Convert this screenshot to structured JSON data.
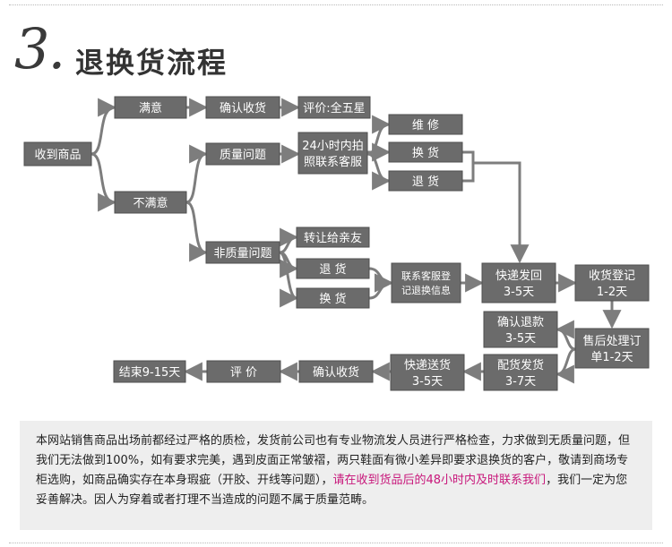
{
  "header": {
    "section_number": "3.",
    "section_title": "退换货流程"
  },
  "nodes": {
    "received": "收到商品",
    "satisfied": "满意",
    "confirm_receipt_top": "确认收货",
    "review_five_star": "评价:全五星",
    "dissatisfied": "不满意",
    "quality_issue": "质量问题",
    "photo_contact": [
      "24小时内拍",
      "照联系客服"
    ],
    "repair": "维  修",
    "exchange_q": "换  货",
    "return_q": "退  货",
    "non_quality": "非质量问题",
    "transfer_friend": "转让给亲友",
    "return_nq": "退  货",
    "exchange_nq": "换  货",
    "contact_register": [
      "联系客服登",
      "记退换信息"
    ],
    "express_return": [
      "快递发回",
      "3-5天"
    ],
    "receive_register": [
      "收货登记",
      "1-2天"
    ],
    "confirm_refund": [
      "确认退款",
      "3-5天"
    ],
    "aftersale_order": [
      "售后处理订",
      "单1-2天"
    ],
    "ship_goods": [
      "配货发货",
      "3-7天"
    ],
    "express_delivery": [
      "快递送货",
      "3-5天"
    ],
    "confirm_receipt_bottom": "确认收货",
    "review": "评  价",
    "end": "结束9-15天"
  },
  "notice": {
    "normal": "本网站销售商品出场前都经过严格的质检，发货前公司也有专业物流发人员进行严格检查，力求做到无质量问题，但我们无法做到100%，如有要求完美，遇到皮面正常皱褶，两只鞋面有微小差异即要求退换货的客户，敬请到商场专柜选购，如商品确实存在本身瑕疵（开胶、开线等问题），",
    "highlight": "请在收到货品后的48小时内及时联系我们",
    "tail": "，我们一定为您妥善解决。因人为穿着或者打理不当造成的问题不属于质量范畴。"
  },
  "colors": {
    "box_fill": "#6b6b6b",
    "box_text": "#ffffff",
    "connector": "#7d7d7d",
    "notice_bg": "#eeeeee",
    "highlight_text": "#c8177b"
  }
}
